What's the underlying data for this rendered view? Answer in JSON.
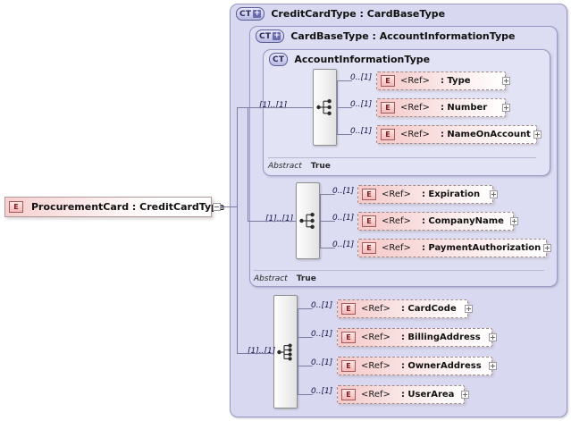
{
  "diagram": {
    "kind": "xsd-schema-diagram",
    "root_element": {
      "badge": "E",
      "label": "ProcurementCard : CreditCardType",
      "toggle": "collapse-minus"
    },
    "panels": [
      {
        "id": "creditcardtype",
        "badge": "CT",
        "has_plus": true,
        "title": "CreditCardType : CardBaseType"
      },
      {
        "id": "cardbasetype",
        "badge": "CT",
        "has_plus": true,
        "title": "CardBaseType : AccountInformationType"
      },
      {
        "id": "accountinformationtype",
        "badge": "CT",
        "has_plus": false,
        "title": "AccountInformationType"
      }
    ],
    "abstract_rows": [
      {
        "key": "Abstract",
        "value": "True"
      },
      {
        "key": "Abstract",
        "value": "True"
      }
    ],
    "groups": [
      {
        "id": "group-accountinformation",
        "compositor": "sequence",
        "cardinality": "[1]..[1]",
        "elements": [
          {
            "badge": "E",
            "ref": "<Ref>",
            "name": ": Type",
            "cardinality": "0..[1]"
          },
          {
            "badge": "E",
            "ref": "<Ref>",
            "name": ": Number",
            "cardinality": "0..[1]"
          },
          {
            "badge": "E",
            "ref": "<Ref>",
            "name": ": NameOnAccount",
            "cardinality": "0..[1]"
          }
        ]
      },
      {
        "id": "group-cardbase",
        "compositor": "sequence",
        "cardinality": "[1]..[1]",
        "elements": [
          {
            "badge": "E",
            "ref": "<Ref>",
            "name": ": Expiration",
            "cardinality": "0..[1]"
          },
          {
            "badge": "E",
            "ref": "<Ref>",
            "name": ": CompanyName",
            "cardinality": "0..[1]"
          },
          {
            "badge": "E",
            "ref": "<Ref>",
            "name": ": PaymentAuthorization",
            "cardinality": "0..[1]"
          }
        ]
      },
      {
        "id": "group-creditcard",
        "compositor": "sequence",
        "cardinality": "[1]..[1]",
        "elements": [
          {
            "badge": "E",
            "ref": "<Ref>",
            "name": ": CardCode",
            "cardinality": "0..[1]"
          },
          {
            "badge": "E",
            "ref": "<Ref>",
            "name": ": BillingAddress",
            "cardinality": "0..[1]"
          },
          {
            "badge": "E",
            "ref": "<Ref>",
            "name": ": OwnerAddress",
            "cardinality": "0..[1]"
          },
          {
            "badge": "E",
            "ref": "<Ref>",
            "name": ": UserArea",
            "cardinality": "0..[1]"
          }
        ]
      }
    ],
    "colors": {
      "panel_fill_outer": "#d8d8f0",
      "panel_fill_mid": "#dcdcf2",
      "panel_fill_inner": "#e3e3f6",
      "panel_border": "#9a9ac4",
      "element_fill": "#f6c9c9",
      "element_border": "#9d8a8a",
      "connector": "#7d7da2",
      "badge_text": "#2a2a5c"
    }
  }
}
